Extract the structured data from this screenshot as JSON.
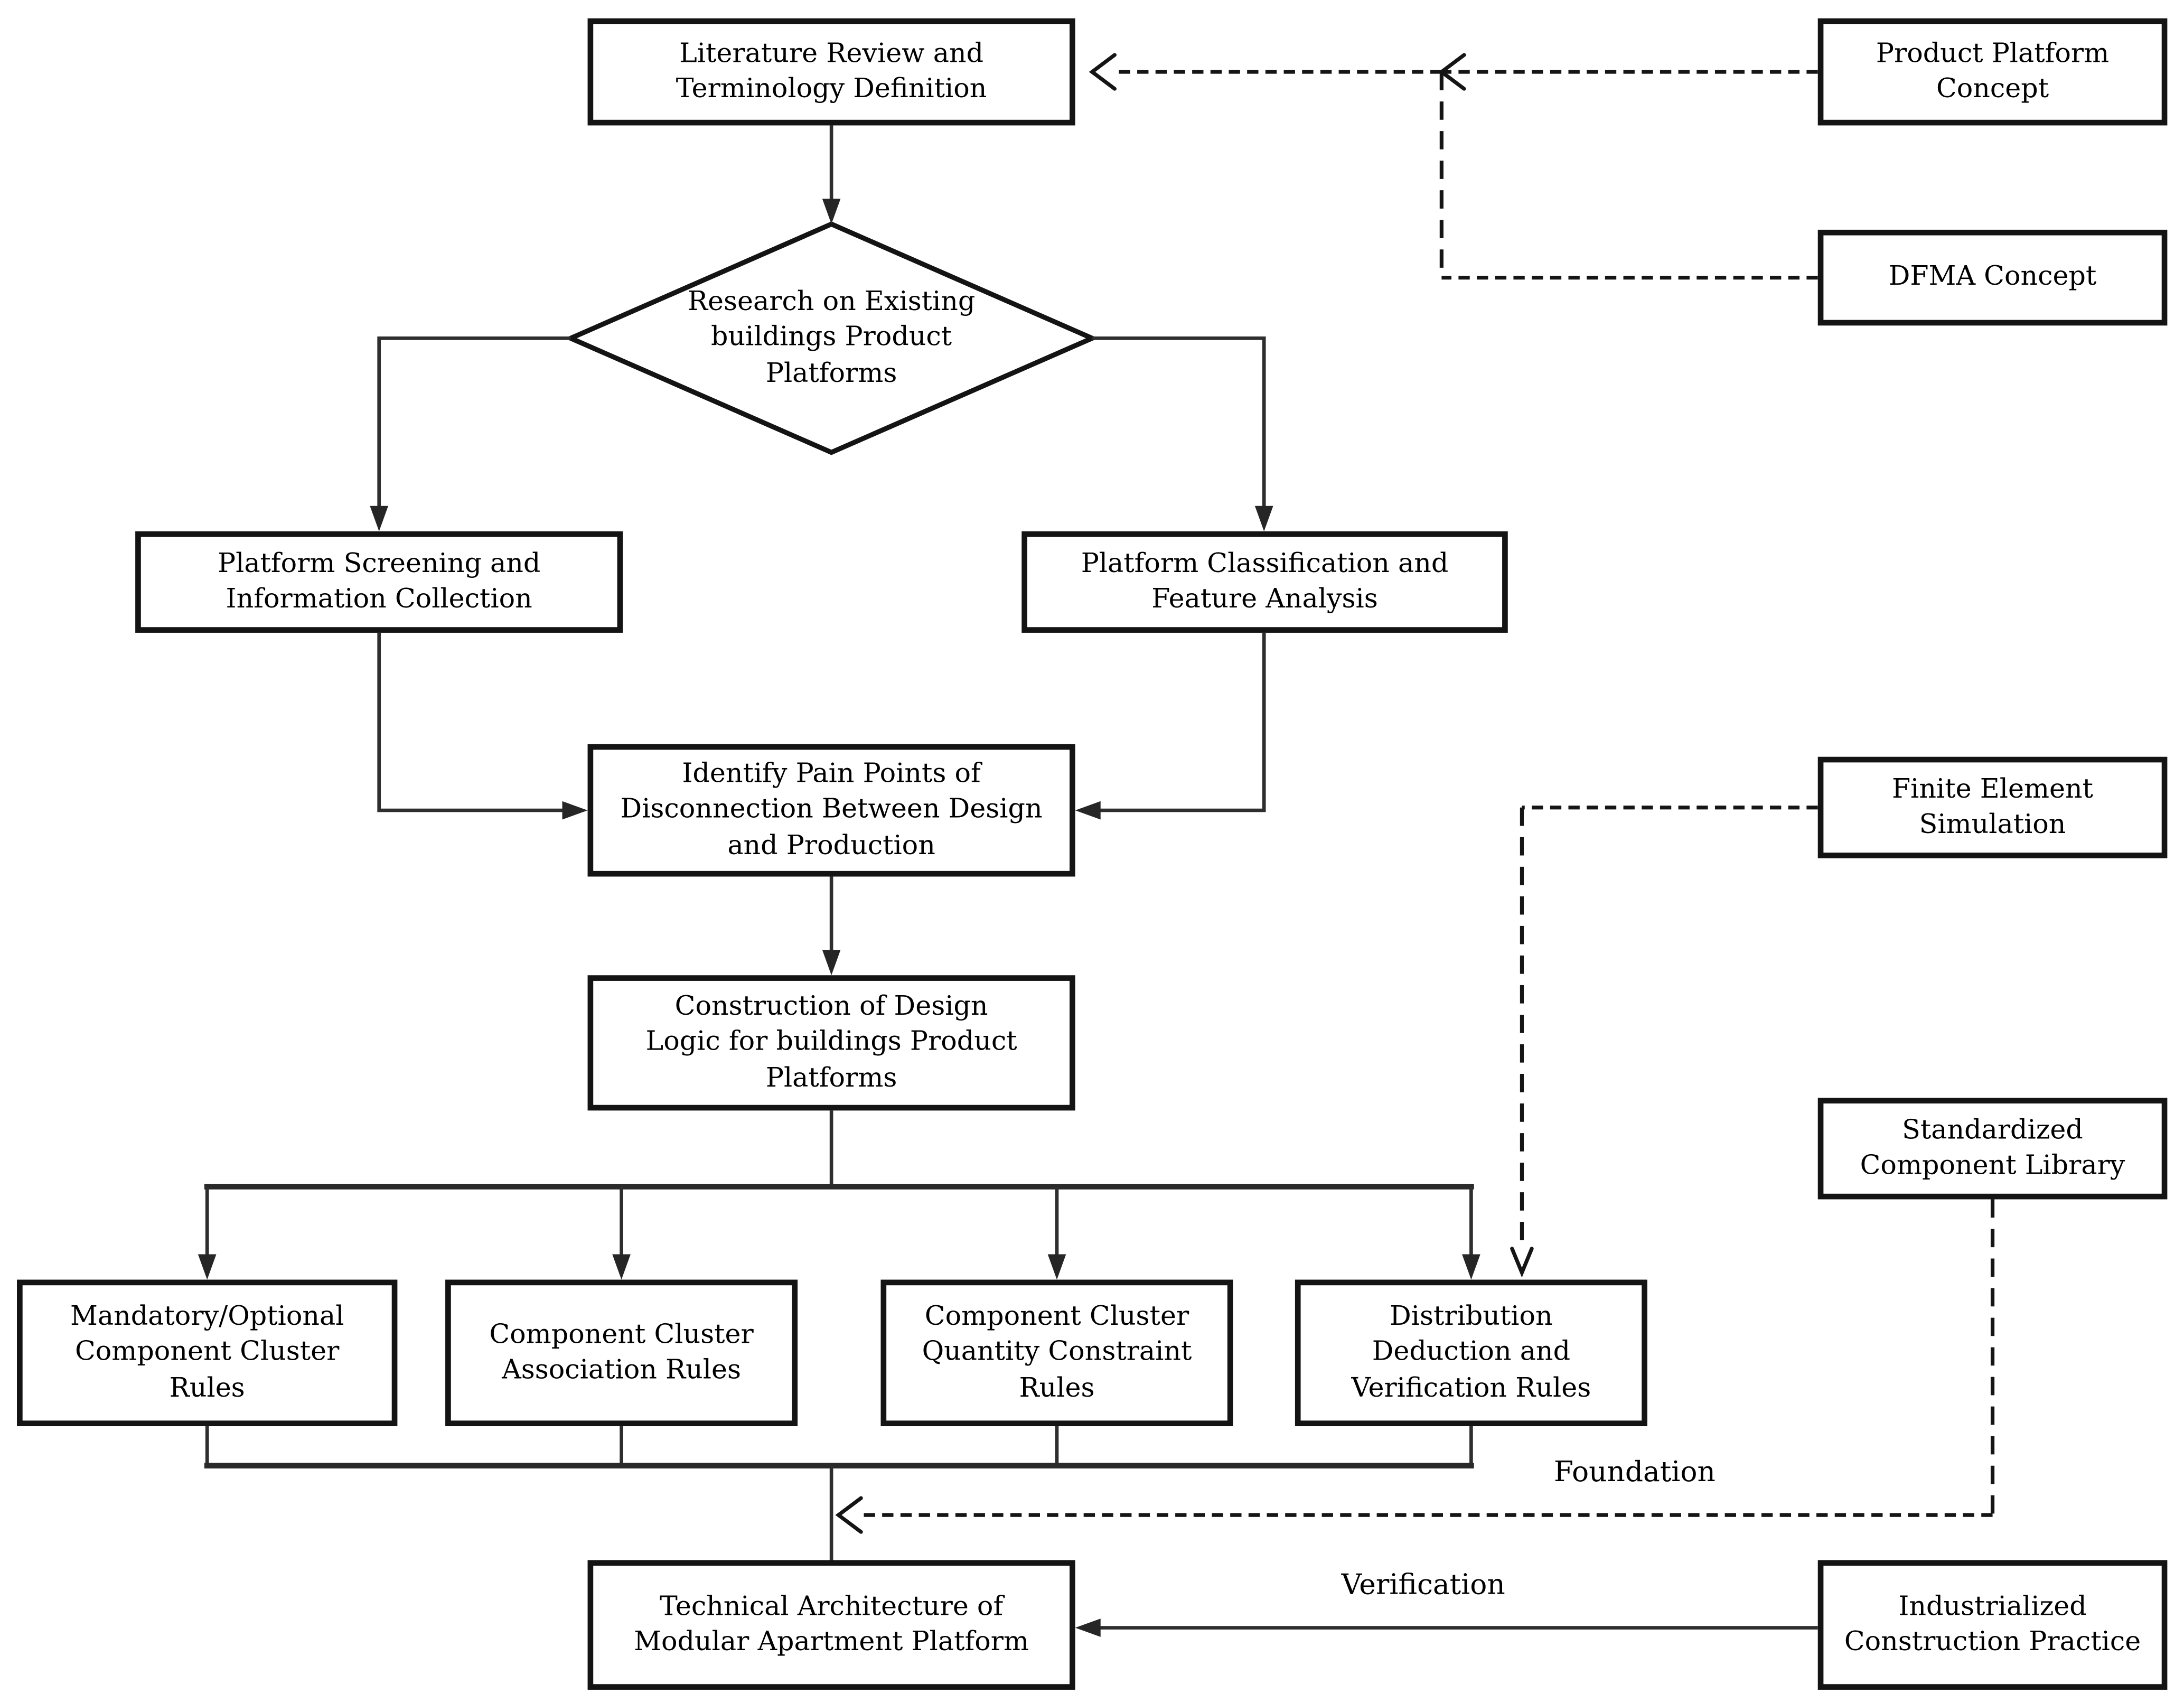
{
  "figure": {
    "background": "#ffffff",
    "line_color": "#141414",
    "nodes": {
      "literature_review": {
        "label": "Literature Review and Terminology Definition"
      },
      "product_platform_concept": {
        "label": "Product Platform Concept"
      },
      "dfma_concept": {
        "label": "DFMA Concept"
      },
      "research_existing_platforms": {
        "label": "Research on Existing buildings Product Platforms"
      },
      "platform_screening": {
        "label": "Platform Screening and Information Collection"
      },
      "platform_classification": {
        "label": "Platform Classification and Feature Analysis"
      },
      "identify_pain_points": {
        "label": "Identify Pain Points of Disconnection Between Design and Production"
      },
      "construction_design_logic": {
        "label": "Construction of Design Logic for buildings Product Platforms"
      },
      "mandatory_optional_rules": {
        "label": "Mandatory/Optional Component Cluster Rules"
      },
      "association_rules": {
        "label": "Component Cluster Association Rules"
      },
      "quantity_constraint_rules": {
        "label": "Component Cluster Quantity Constraint Rules"
      },
      "distribution_rules": {
        "label": "Distribution Deduction and Verification Rules"
      },
      "finite_element_simulation": {
        "label": "Finite Element Simulation"
      },
      "standardized_component_library": {
        "label": "Standardized Component Library"
      },
      "industrialized_construction_practice": {
        "label": "Industrialized Construction Practice"
      },
      "technical_architecture": {
        "label": "Technical Architecture of Modular Apartment Platform"
      }
    },
    "edge_labels": {
      "foundation": "Foundation",
      "verification": "Verification"
    }
  }
}
